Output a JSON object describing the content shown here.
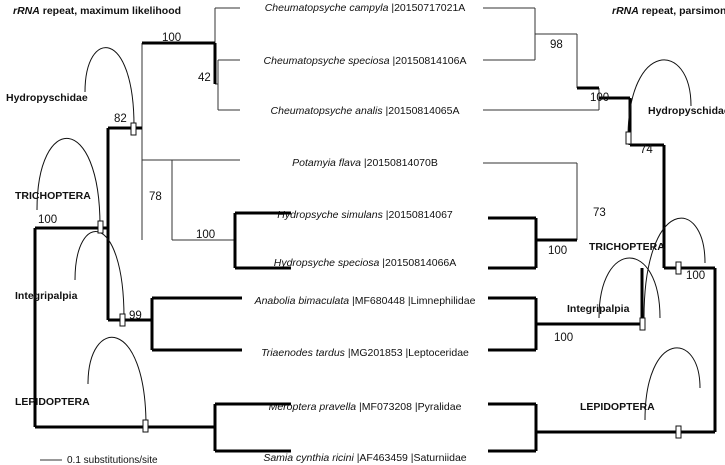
{
  "titles": {
    "left_em": "rRNA",
    "left_rest": " repeat, maximum likelihood",
    "right_em": "rRNA",
    "right_rest": " repeat, parsimony"
  },
  "taxa": [
    {
      "name": "Cheumatopsyche campyla",
      "id": " |20150717021A"
    },
    {
      "name": "Cheumatopsyche speciosa",
      "id": " |20150814106A"
    },
    {
      "name": "Cheumatopsyche analis",
      "id": " |20150814065A"
    },
    {
      "name": "Potamyia flava",
      "id": " |20150814070B"
    },
    {
      "name": "Hydropsyche simulans",
      "id": " |20150814067"
    },
    {
      "name": "Hydropsyche speciosa",
      "id": " |20150814066A"
    },
    {
      "name": "Anabolia bimaculata",
      "id": " |MF680448 |Limnephilidae"
    },
    {
      "name": "Triaenodes tardus",
      "id": " |MG201853 |Leptoceridae"
    },
    {
      "name": "Meroptera pravella",
      "id": " |MF073208 |Pyralidae"
    },
    {
      "name": "Samia cynthia ricini",
      "id": " |AF463459 |Saturniidae"
    }
  ],
  "left_clades": {
    "hydropsychidae": "Hydropyschidae",
    "trichoptera": "TRICHOPTERA",
    "integripalpia": "Integripalpia",
    "lepidoptera": "LEPIDOPTERA"
  },
  "right_clades": {
    "hydropsychidae": "Hydropyschidae",
    "trichoptera": "TRICHOPTERA",
    "integripalpia": "Integripalpia",
    "lepidoptera": "LEPIDOPTERA"
  },
  "left_support": {
    "cheumatopsyche": "100",
    "speciosa_analis": "42",
    "hydropsychidae": "82",
    "trichoptera": "100",
    "potamyia_hydropsyche": "78",
    "hydropsyche": "100",
    "integripalpia": "99"
  },
  "right_support": {
    "cheumatopsyche_pair": "98",
    "cheumatopsyche": "100",
    "hydropsychidae": "74",
    "potamyia_hydropsyche": "73",
    "hydropsyche": "100",
    "trichoptera": "100",
    "integripalpia": "100"
  },
  "scale_bar": {
    "label": "0.1 substitutions/site"
  }
}
